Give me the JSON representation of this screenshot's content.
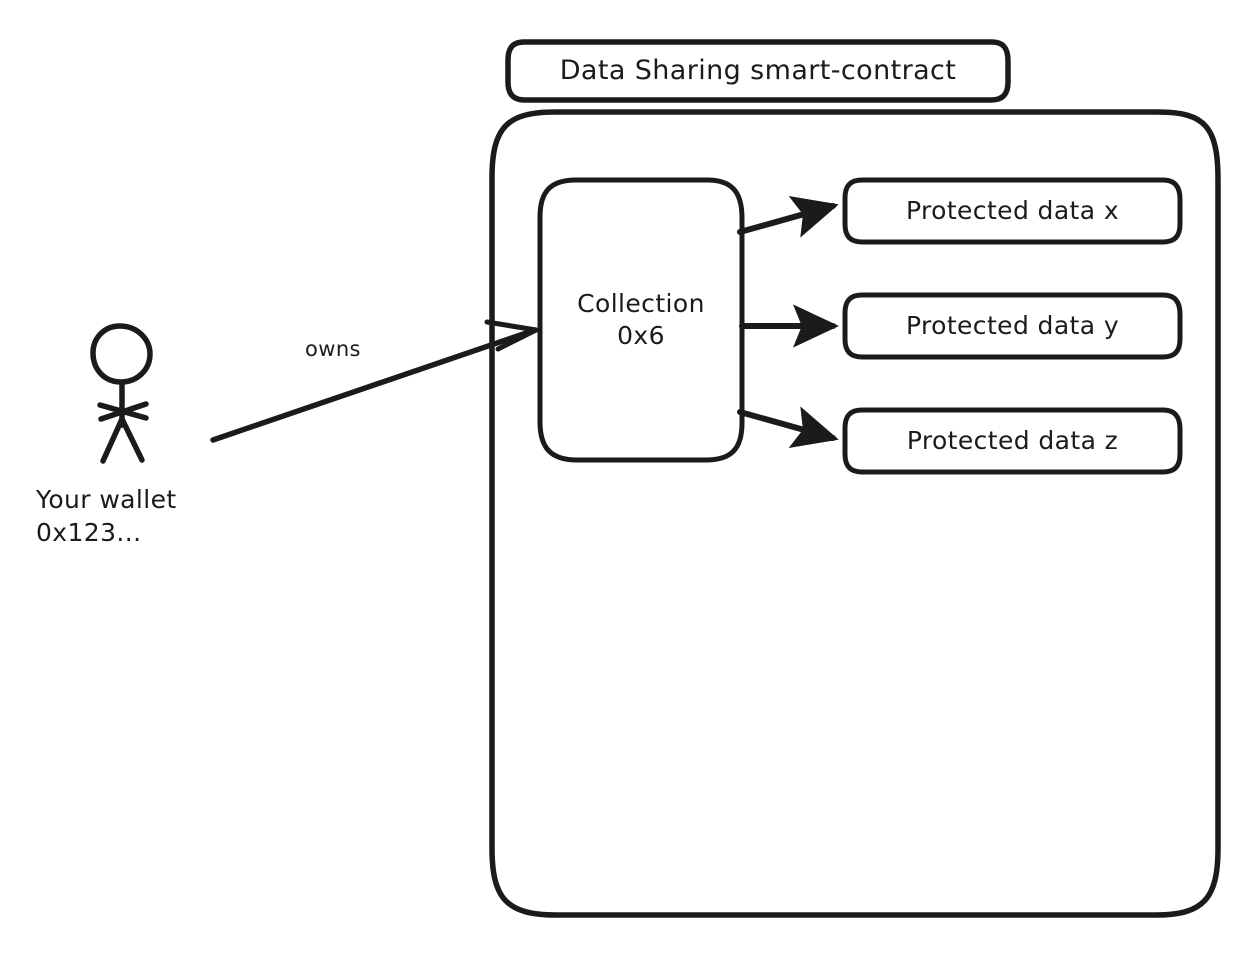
{
  "diagram": {
    "title": "Data Sharing smart-contract",
    "colors": {
      "stroke": "#1b1b1b",
      "fill": "#ffffff",
      "background": "#ffffff"
    },
    "container": {
      "name": "Data Sharing smart-contract",
      "title_box_label": "Data Sharing smart-contract"
    },
    "actor": {
      "label": "Your wallet\n0x123...",
      "type": "stick-figure"
    },
    "nodes": [
      {
        "id": "collection",
        "label": "Collection\n0x6"
      },
      {
        "id": "protected-data-x",
        "label": "Protected data x"
      },
      {
        "id": "protected-data-y",
        "label": "Protected data y"
      },
      {
        "id": "protected-data-z",
        "label": "Protected data z"
      }
    ],
    "edges": [
      {
        "id": "owns",
        "from": "wallet",
        "to": "collection",
        "label": "owns",
        "arrowhead": "open"
      },
      {
        "id": "collection-to-x",
        "from": "collection",
        "to": "protected-data-x",
        "label": "",
        "arrowhead": "filled"
      },
      {
        "id": "collection-to-y",
        "from": "collection",
        "to": "protected-data-y",
        "label": "",
        "arrowhead": "filled"
      },
      {
        "id": "collection-to-z",
        "from": "collection",
        "to": "protected-data-z",
        "label": "",
        "arrowhead": "filled"
      }
    ]
  }
}
